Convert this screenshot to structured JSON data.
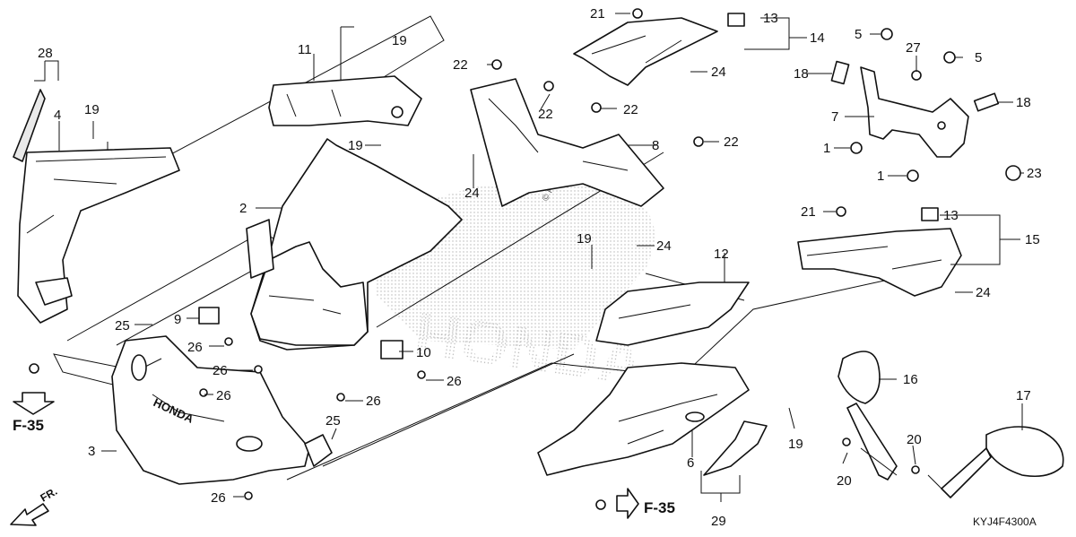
{
  "diagram": {
    "code": "KYJ4F4300A",
    "watermark": "© Partzilla.com",
    "brand_mark": "HONDA",
    "cowl_brand": "HONDA",
    "refs": [
      "F-35",
      "F-35"
    ],
    "front_indicator": "FR.",
    "callouts": [
      {
        "n": "1"
      },
      {
        "n": "1"
      },
      {
        "n": "2"
      },
      {
        "n": "3"
      },
      {
        "n": "4"
      },
      {
        "n": "5"
      },
      {
        "n": "5"
      },
      {
        "n": "6"
      },
      {
        "n": "7"
      },
      {
        "n": "8"
      },
      {
        "n": "9"
      },
      {
        "n": "10"
      },
      {
        "n": "11"
      },
      {
        "n": "12"
      },
      {
        "n": "13"
      },
      {
        "n": "13"
      },
      {
        "n": "14"
      },
      {
        "n": "15"
      },
      {
        "n": "16"
      },
      {
        "n": "17"
      },
      {
        "n": "18"
      },
      {
        "n": "18"
      },
      {
        "n": "19"
      },
      {
        "n": "19"
      },
      {
        "n": "19"
      },
      {
        "n": "19"
      },
      {
        "n": "19"
      },
      {
        "n": "20"
      },
      {
        "n": "20"
      },
      {
        "n": "21"
      },
      {
        "n": "21"
      },
      {
        "n": "22"
      },
      {
        "n": "22"
      },
      {
        "n": "22"
      },
      {
        "n": "22"
      },
      {
        "n": "23"
      },
      {
        "n": "24"
      },
      {
        "n": "24"
      },
      {
        "n": "24"
      },
      {
        "n": "24"
      },
      {
        "n": "25"
      },
      {
        "n": "25"
      },
      {
        "n": "26"
      },
      {
        "n": "26"
      },
      {
        "n": "26"
      },
      {
        "n": "26"
      },
      {
        "n": "26"
      },
      {
        "n": "26"
      },
      {
        "n": "27"
      },
      {
        "n": "28"
      },
      {
        "n": "29"
      }
    ]
  }
}
